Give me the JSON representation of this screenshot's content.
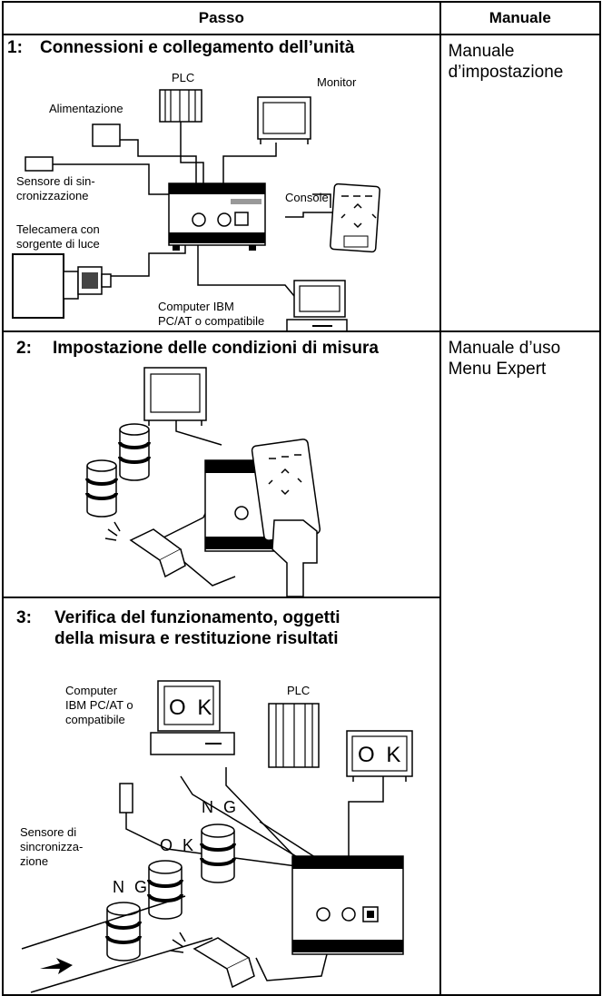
{
  "header": {
    "step": "Passo",
    "manual": "Manuale"
  },
  "rows": [
    {
      "number": "1:",
      "title": "Connessioni e collegamento dell’unità",
      "manual": [
        "Manuale",
        "d’impostazione"
      ],
      "labels": {
        "plc": "PLC",
        "monitor": "Monitor",
        "power": "Alimentazione",
        "sensor": [
          "Sensore di sin-",
          "cronizzazione"
        ],
        "console": "Console",
        "camera": [
          "Telecamera con",
          "sorgente di luce"
        ],
        "computer": [
          "Computer IBM",
          "PC/AT o compatibile"
        ]
      }
    },
    {
      "number": "2:",
      "title": "Impostazione delle condizioni di misura",
      "manual": [
        "Manuale d’uso",
        "Menu Expert"
      ]
    },
    {
      "number": "3:",
      "title": [
        "Verifica del funzionamento, oggetti",
        "della misura e restituzione risultati"
      ],
      "labels": {
        "computer": [
          "Computer",
          "IBM PC/AT o",
          "compatibile"
        ],
        "plc": "PLC",
        "sensor": [
          "Sensore di",
          "sincronizza-",
          "zione"
        ],
        "ok_screen": "O K",
        "ok_monitor": "O K",
        "ng_left": "N G",
        "ok_mid": "O K",
        "ng_right": "N G"
      }
    }
  ]
}
